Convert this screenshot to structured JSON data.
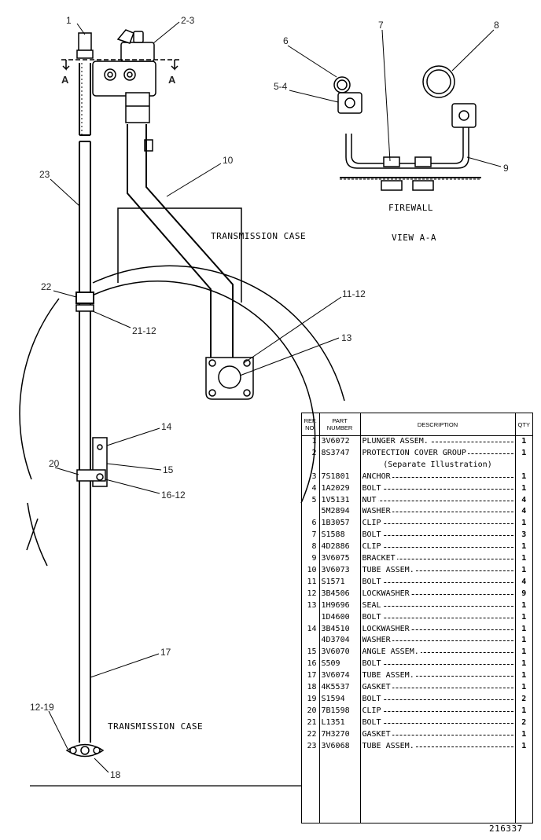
{
  "callouts": {
    "c1": "1",
    "c2_3": "2-3",
    "c23": "23",
    "c10": "10",
    "c22": "22",
    "c21_12": "21-12",
    "c11_12": "11-12",
    "c13": "13",
    "c14": "14",
    "c20": "20",
    "c15": "15",
    "c16_12": "16-12",
    "c17": "17",
    "c12_19": "12-19",
    "c18": "18",
    "c6": "6",
    "c7": "7",
    "c8": "8",
    "c5_4": "5-4",
    "c9": "9",
    "a_left": "A",
    "a_right": "A"
  },
  "labels": {
    "transmission_case_upper": "TRANSMISSION CASE",
    "transmission_case_lower": "TRANSMISSION CASE",
    "firewall": "FIREWALL",
    "view": "VIEW A-A"
  },
  "table": {
    "headers": {
      "ref": "REF. NO.",
      "part": "PART NUMBER",
      "desc": "DESCRIPTION",
      "qty": "QTY"
    },
    "rows": [
      {
        "ref": "1",
        "part": "3V6072",
        "desc": "PLUNGER ASSEM.",
        "qty": "1"
      },
      {
        "ref": "2",
        "part": "8S3747",
        "desc": "PROTECTION COVER GROUP",
        "qty": "1"
      },
      {
        "ref": "",
        "part": "",
        "desc": "(Separate Illustration)",
        "qty": ""
      },
      {
        "ref": "3",
        "part": "7S1801",
        "desc": "ANCHOR",
        "qty": "1"
      },
      {
        "ref": "4",
        "part": "1A2029",
        "desc": "BOLT",
        "qty": "1"
      },
      {
        "ref": "5",
        "part": "1V5131",
        "desc": "NUT",
        "qty": "4"
      },
      {
        "ref": "",
        "part": "5M2894",
        "desc": "WASHER",
        "qty": "4"
      },
      {
        "ref": "6",
        "part": "1B3057",
        "desc": "CLIP",
        "qty": "1"
      },
      {
        "ref": "7",
        "part": "S1588",
        "desc": "BOLT",
        "qty": "3"
      },
      {
        "ref": "8",
        "part": "4D2886",
        "desc": "CLIP",
        "qty": "1"
      },
      {
        "ref": "9",
        "part": "3V6075",
        "desc": "BRACKET",
        "qty": "1"
      },
      {
        "ref": "10",
        "part": "3V6073",
        "desc": "TUBE ASSEM.",
        "qty": "1"
      },
      {
        "ref": "11",
        "part": "S1571",
        "desc": "BOLT",
        "qty": "4"
      },
      {
        "ref": "12",
        "part": "3B4506",
        "desc": "LOCKWASHER",
        "qty": "9"
      },
      {
        "ref": "13",
        "part": "1H9696",
        "desc": "SEAL",
        "qty": "1"
      },
      {
        "ref": "",
        "part": "1D4600",
        "desc": "BOLT",
        "qty": "1"
      },
      {
        "ref": "14",
        "part": "3B4510",
        "desc": "LOCKWASHER",
        "qty": "1"
      },
      {
        "ref": "",
        "part": "4D3704",
        "desc": "WASHER",
        "qty": "1"
      },
      {
        "ref": "15",
        "part": "3V6070",
        "desc": "ANGLE ASSEM.",
        "qty": "1"
      },
      {
        "ref": "16",
        "part": "S509",
        "desc": "BOLT",
        "qty": "1"
      },
      {
        "ref": "17",
        "part": "3V6074",
        "desc": "TUBE ASSEM.",
        "qty": "1"
      },
      {
        "ref": "18",
        "part": "4K5537",
        "desc": "GASKET",
        "qty": "1"
      },
      {
        "ref": "19",
        "part": "S1594",
        "desc": "BOLT",
        "qty": "2"
      },
      {
        "ref": "20",
        "part": "7B1598",
        "desc": "CLIP",
        "qty": "1"
      },
      {
        "ref": "21",
        "part": "L1351",
        "desc": "BOLT",
        "qty": "2"
      },
      {
        "ref": "22",
        "part": "7H3270",
        "desc": "GASKET",
        "qty": "1"
      },
      {
        "ref": "23",
        "part": "3V6068",
        "desc": "TUBE ASSEM.",
        "qty": "1"
      }
    ]
  },
  "figure_number": "216337"
}
